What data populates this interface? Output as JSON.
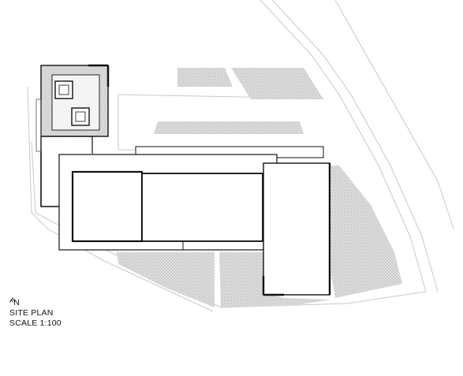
{
  "caption": {
    "north": "^N",
    "title": "SITE PLAN",
    "scale": "SCALE 1:100"
  },
  "colors": {
    "background": "#ffffff",
    "linework": "#111111",
    "site_boundary": "#c8c8c8",
    "landscape_fill": "#d4d4d4"
  },
  "icons": [
    "north-arrow-icon"
  ]
}
